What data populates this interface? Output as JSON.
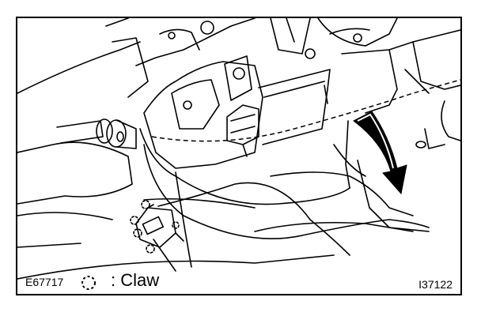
{
  "figure": {
    "code_left": "E67717",
    "code_right": "I37122",
    "legend": {
      "icon": "dashed-circle-claw-icon",
      "text": ": Claw"
    }
  },
  "colors": {
    "line": "#000000",
    "background": "#ffffff"
  }
}
